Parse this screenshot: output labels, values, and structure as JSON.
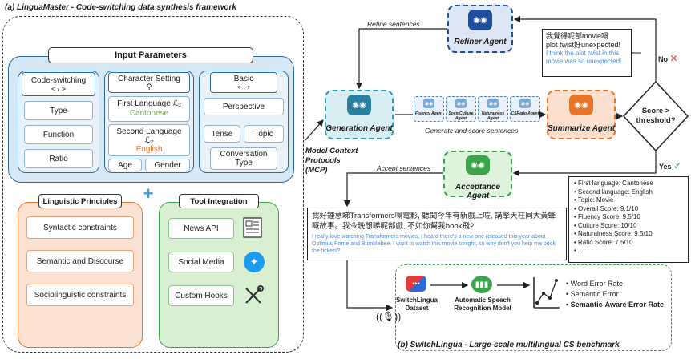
{
  "title_a": "(a) LinguaMaster - Code-switching data synthesis framework",
  "title_b": "(b) SwitchLingua - Large-scale multilingual CS benchmark",
  "input_params": {
    "title": "Input Parameters",
    "code_switching": {
      "title": "Code-switching",
      "icon_text": "< / >",
      "items": [
        "Type",
        "Function",
        "Ratio"
      ]
    },
    "character": {
      "title": "Character Setting",
      "first_lang_label": "First Language",
      "first_lang_sym": "ℒ₁",
      "first_lang_value": "Cantonese",
      "second_lang_label": "Second Language",
      "second_lang_sym": "ℒ₂",
      "second_lang_value": "English",
      "age": "Age",
      "gender": "Gender"
    },
    "basic": {
      "title": "Basic",
      "icon_text": "‹···›",
      "items": [
        "Perspective",
        "Tense",
        "Topic",
        "Conversation Type"
      ]
    }
  },
  "linguistic": {
    "title": "Linguistic Principles",
    "items": [
      "Syntactic constraints",
      "Semantic and Discourse",
      "Sociolinguistic constraints"
    ]
  },
  "tools": {
    "title": "Tool Integration",
    "items": [
      "News API",
      "Social Media",
      "Custom Hooks"
    ]
  },
  "plus_sign": "+",
  "mcp_label": "Model Context Protocols (MCP)",
  "agents": {
    "refiner": "Refiner Agent",
    "generation": "Generation Agent",
    "summarize": "Summarize Agent",
    "acceptance": "Acceptance Agent",
    "scorers": [
      "Fluency Agent",
      "SocioCulture Agent",
      "Naturalness Agent",
      "CSRatio Agent"
    ]
  },
  "edges": {
    "refine": "Refine sentences",
    "generate": "Generate and score sentences",
    "accept": "Accept sentences",
    "no": "No",
    "yes": "Yes"
  },
  "decision": "Score > threshold?",
  "refine_example": {
    "zh_line1": "我覺得呢部movie嘅",
    "zh_line2": "plot twist好unexpected!",
    "en": "I think the plot twist in this movie was so unexpected!"
  },
  "main_example": {
    "zh": "我好鍾意睇Transformers嘅電影, 聽聞今年有新戲上咗, 講擎天柱同大黃蜂嘅故事。我今晚想睇呢部戲, 不如你幫我book飛?",
    "en": "I really love watching Transformers movies. I heard there's a new one released this year about Optimus Prime and Bumblebee. I want to watch this movie tonight, so why don't you help me book the tickets?"
  },
  "scores": [
    "First language: Cantonese",
    "Second language: English",
    "Topic: Movie",
    "Overall Score: 9.1/10",
    "Fluency Score: 9.5/10",
    "Culture Score: 10/10",
    "Naturalness Score: 9.5/10",
    "Ratio Score: 7.5/10",
    "..."
  ],
  "benchmark": {
    "dataset": "SwitchLingua Dataset",
    "asr": "Automatic Speech Recognition Model",
    "metrics": [
      "Word Error Rate",
      "Semantic Error",
      "Semantic-Aware Error Rate"
    ]
  },
  "colors": {
    "blue": "#2d6a9f",
    "orange": "#e8742a",
    "green": "#3aa54a",
    "teal": "#2a9fb5",
    "navy": "#1f4e9c",
    "cantonese": "#6aaa3a",
    "english": "#e8742a"
  }
}
